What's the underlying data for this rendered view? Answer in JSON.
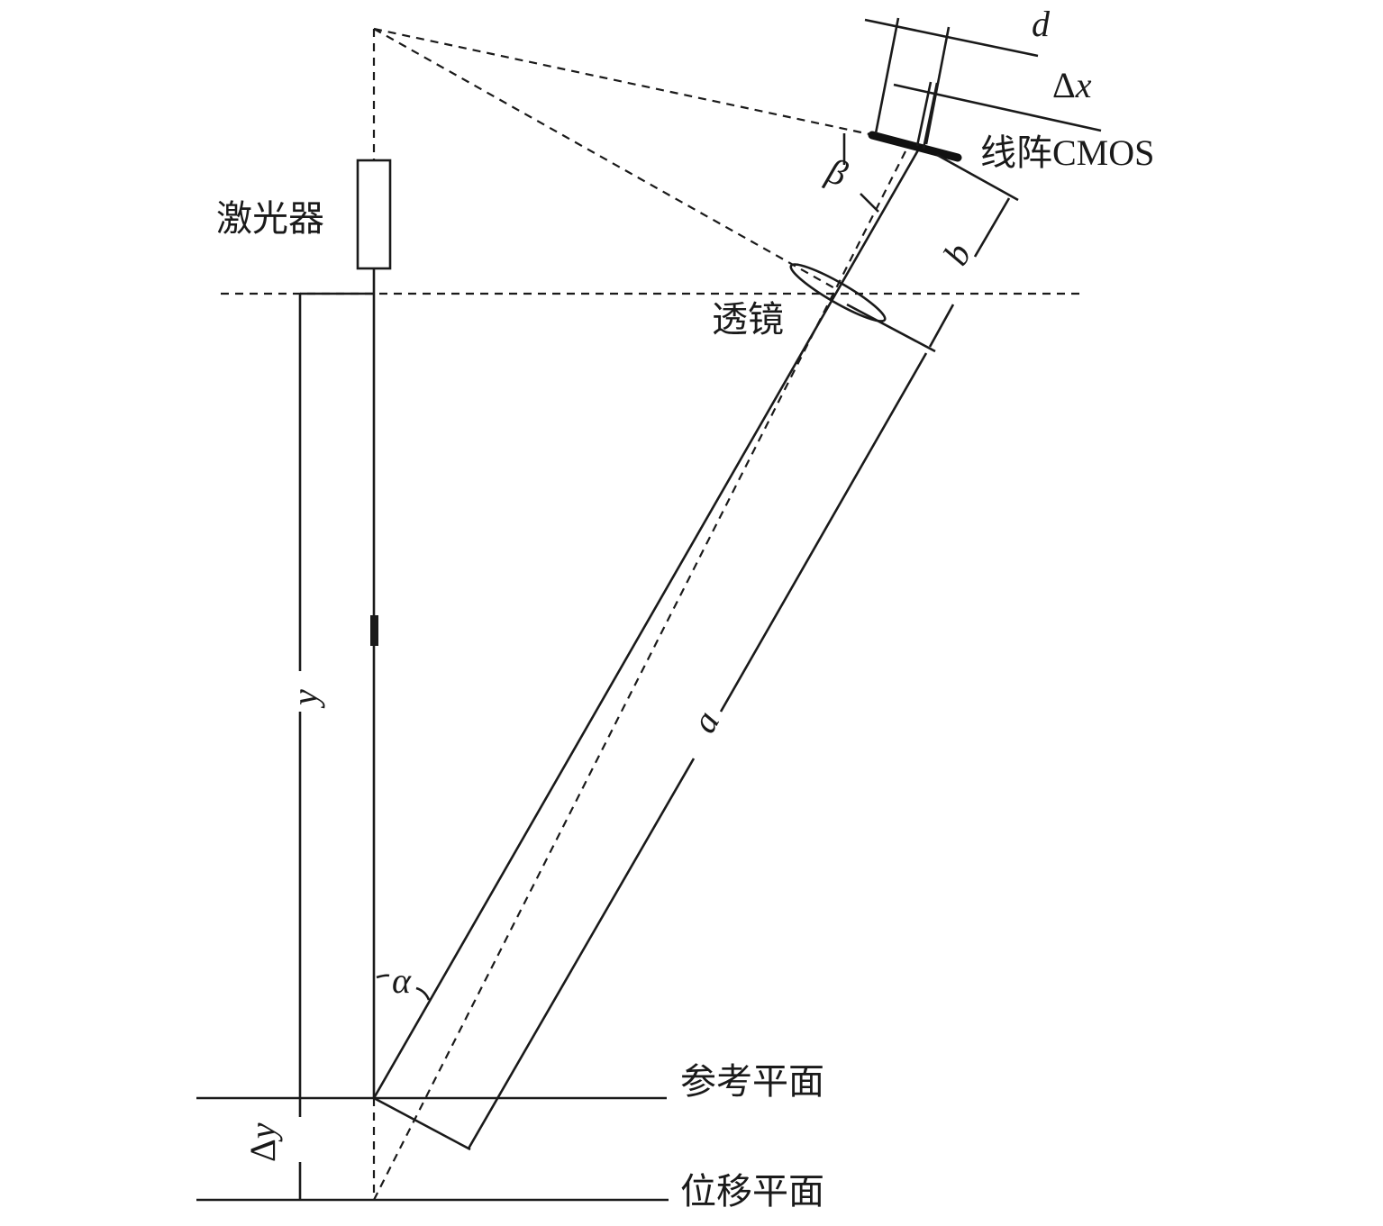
{
  "labels": {
    "laser": "激光器",
    "lens": "透镜",
    "cmos": "线阵CMOS",
    "reference_plane": "参考平面",
    "displacement_plane": "位移平面",
    "d": "d",
    "delta_x_prefix": "Δ",
    "delta_x_var": "x",
    "beta": "β",
    "b": "b",
    "a": "a",
    "alpha": "α",
    "y": "y",
    "delta_y_prefix": "Δ",
    "delta_y_var": "y"
  }
}
